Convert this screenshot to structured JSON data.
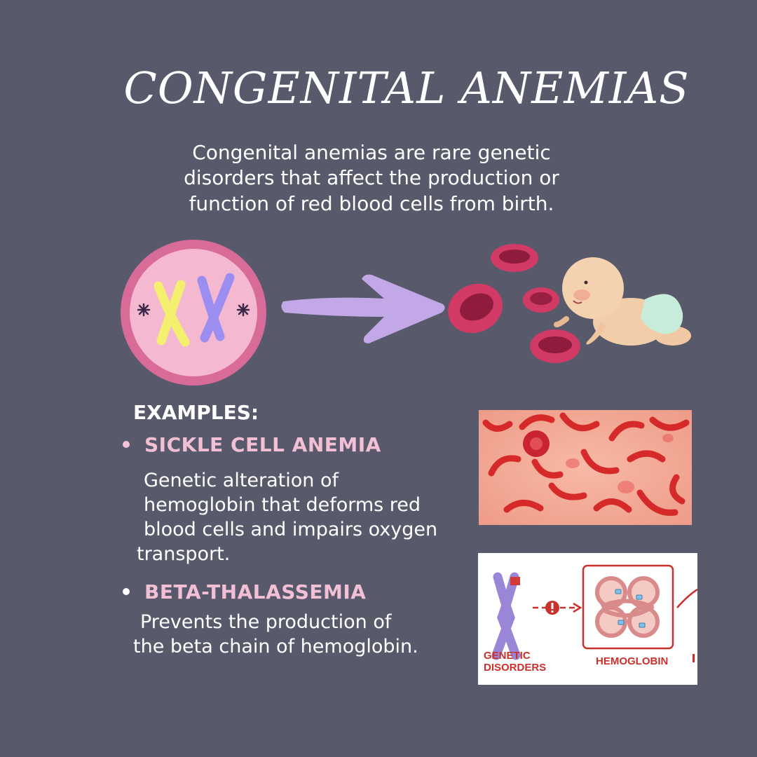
{
  "title": "CONGENITAL ANEMIAS",
  "intro": {
    "lines": [
      "Congenital anemias are rare genetic",
      "disorders that affect the production or",
      "function of red blood cells from birth."
    ]
  },
  "examples": {
    "heading": "EXAMPLES:",
    "items": [
      {
        "name": "SICKLE CELL ANEMIA",
        "description_lines": [
          "Genetic alteration of",
          "hemoglobin that deforms red",
          "blood cells and impairs oxygen",
          "transport."
        ]
      },
      {
        "name": "BETA-THALASSEMIA",
        "description_lines": [
          "Prevents the production of",
          "the beta chain of hemoglobin."
        ]
      }
    ]
  },
  "diagram": {
    "label_left_line1": "GENETIC",
    "label_left_line2": "DISORDERS",
    "label_right": "HEMOGLOBIN"
  },
  "colors": {
    "background": "#585a6c",
    "accent_pink": "#f3bfd4",
    "cell_red": "#d23a66",
    "arrow_lavender": "#c3a8e8",
    "diagram_red": "#c9312d"
  },
  "icons": [
    "chromosome-cell-illustration",
    "arrow-illustration",
    "red-blood-cells-illustration",
    "baby-illustration",
    "sickle-cells-photo",
    "hemoglobin-diagram"
  ]
}
